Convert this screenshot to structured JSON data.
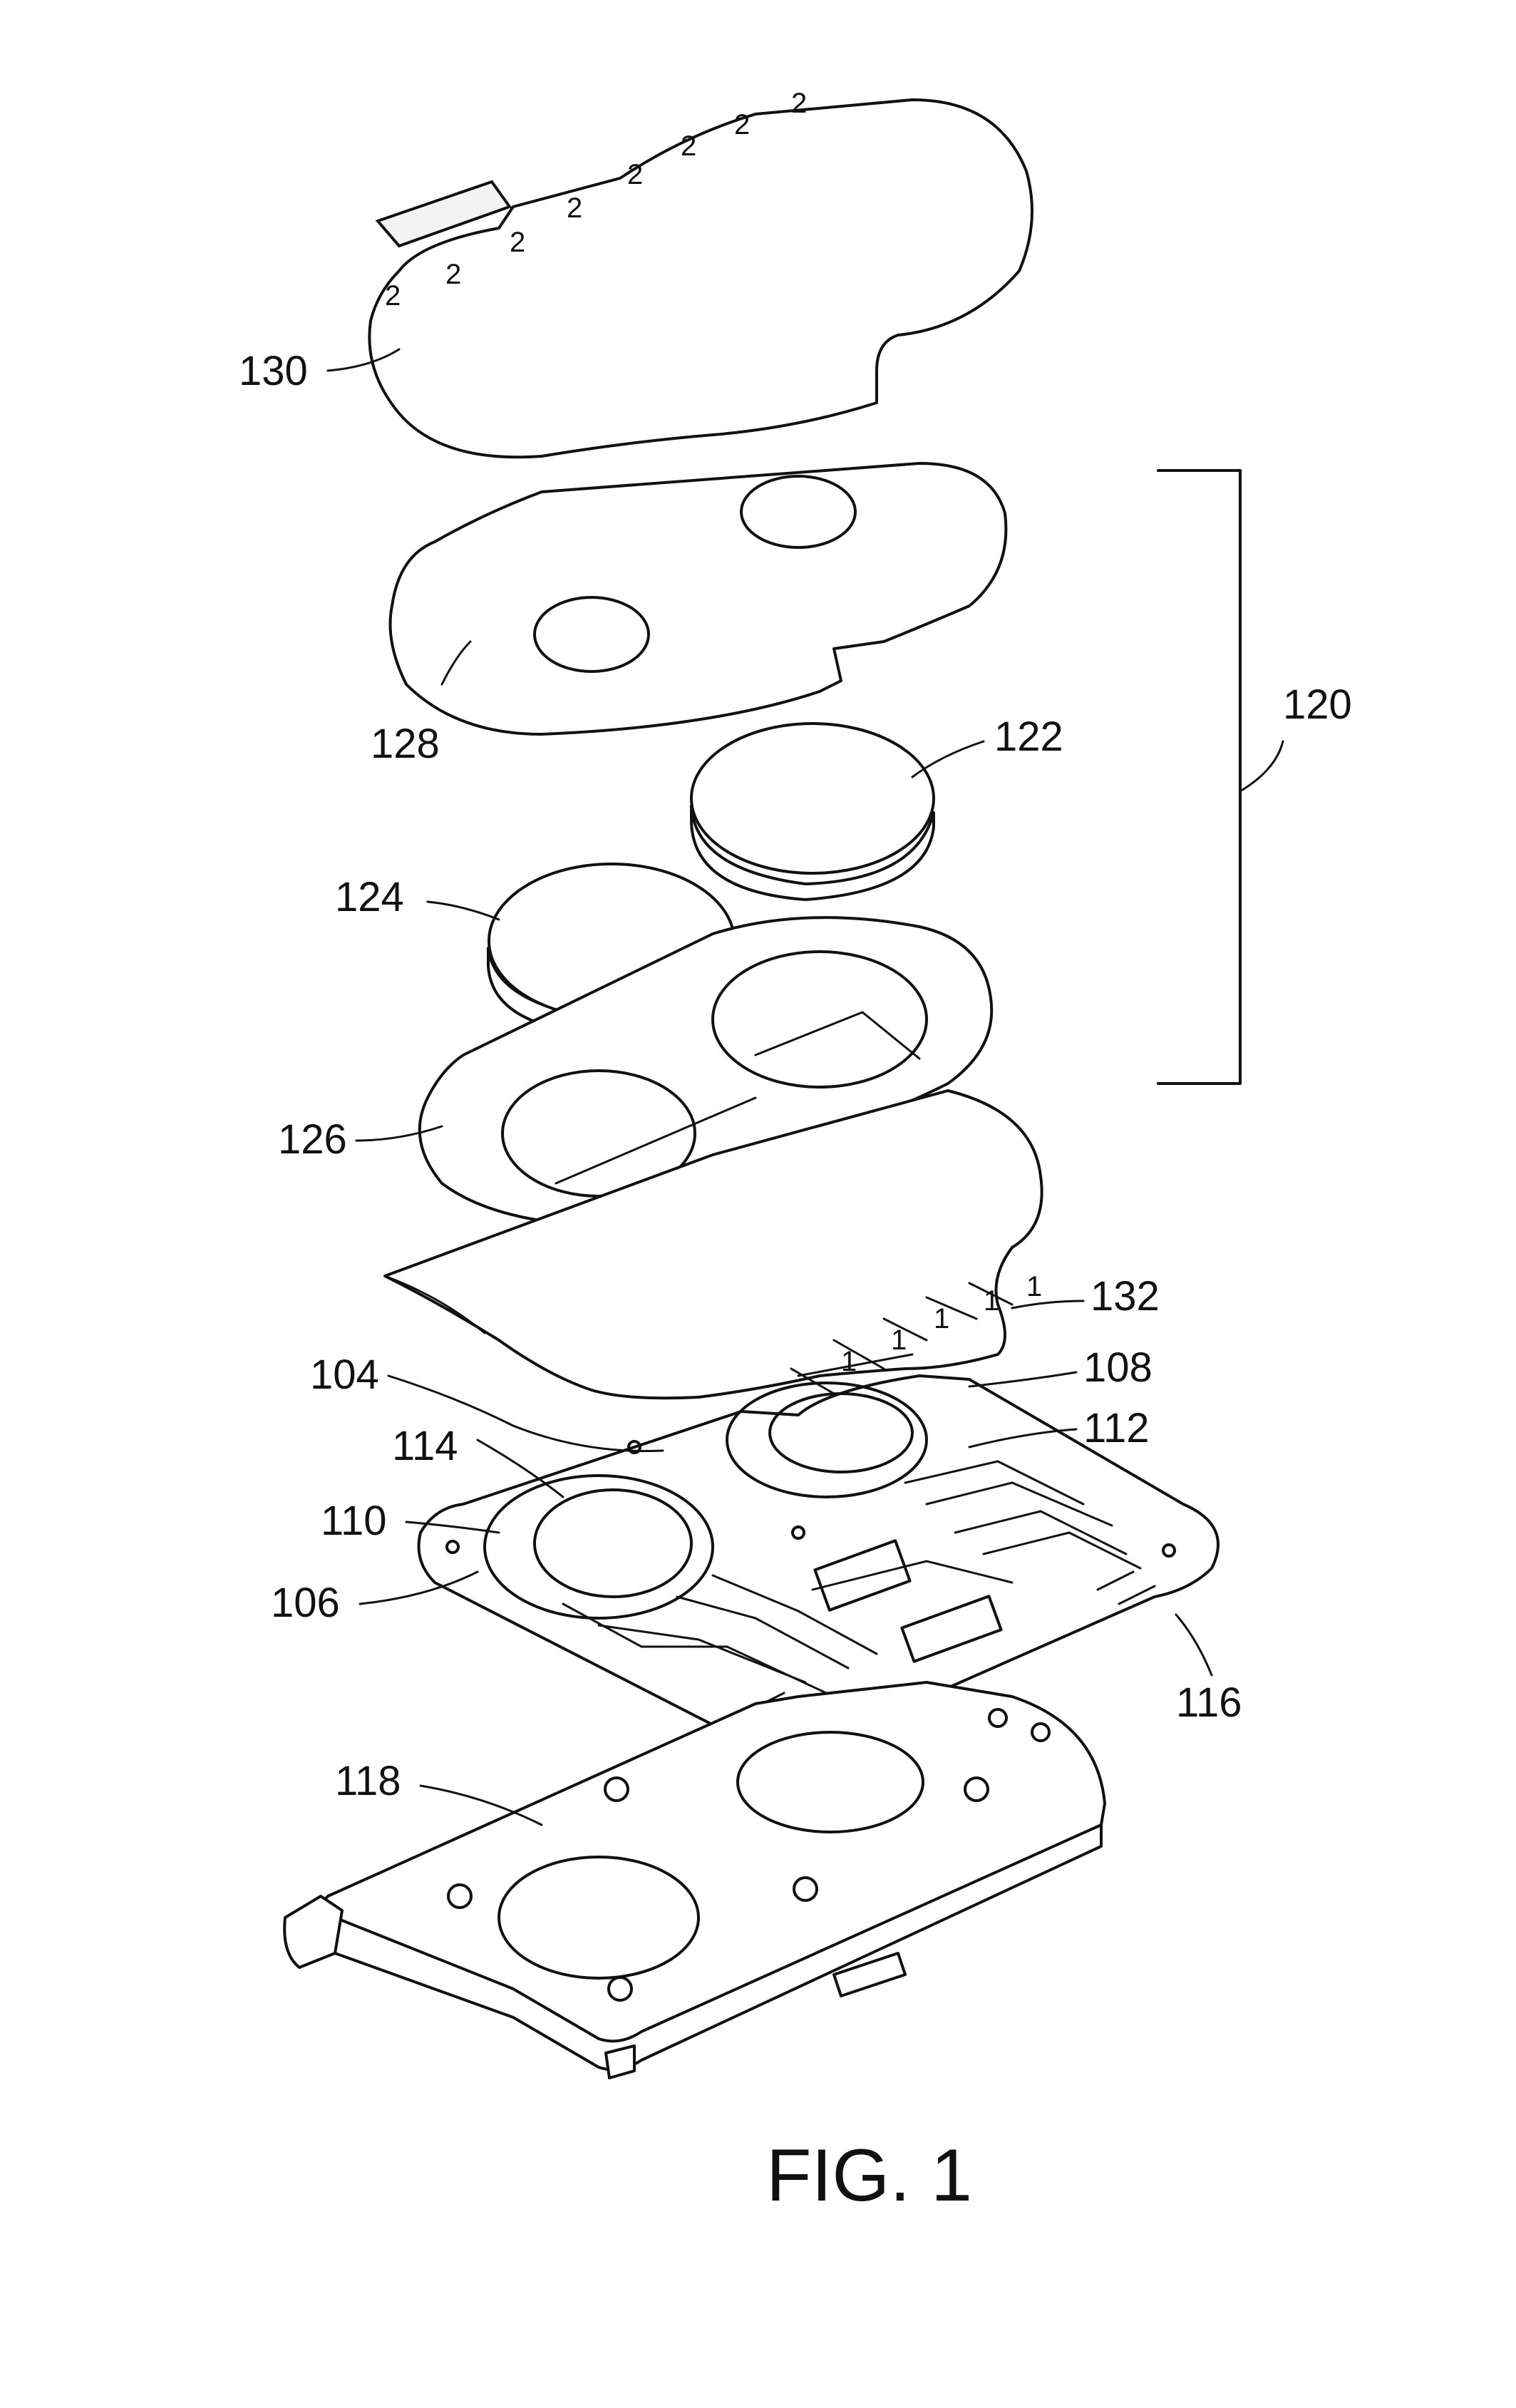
{
  "figure": {
    "title": "FIG. 1",
    "labels": {
      "l130": "130",
      "l128": "128",
      "l120": "120",
      "l122": "122",
      "l124": "124",
      "l126": "126",
      "l132": "132",
      "l104": "104",
      "l108": "108",
      "l114": "114",
      "l112": "112",
      "l110": "110",
      "l106": "106",
      "l116": "116",
      "l118": "118"
    },
    "layer_130_marks": [
      "2",
      "2",
      "2",
      "2",
      "2",
      "2",
      "2",
      "2"
    ],
    "layer_132_marks": [
      "1",
      "1",
      "1",
      "1",
      "1"
    ]
  }
}
